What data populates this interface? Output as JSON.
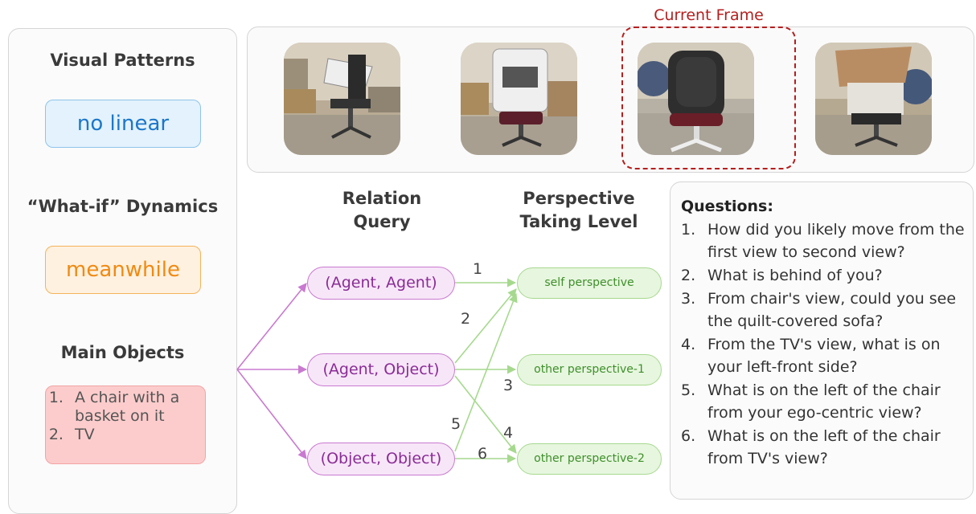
{
  "left": {
    "visual_patterns_heading": "Visual Patterns",
    "visual_patterns_tag": "no linear",
    "whatif_heading": "“What-if” Dynamics",
    "whatif_tag": "meanwhile",
    "main_objects_heading": "Main Objects",
    "main_objects": [
      "A chair with a basket on it",
      "TV"
    ]
  },
  "frames": {
    "current_label": "Current Frame"
  },
  "diagram": {
    "relation_heading": [
      "Relation",
      "Query"
    ],
    "perspective_heading": [
      "Perspective",
      "Taking Level"
    ],
    "queries": [
      "(Agent, Agent)",
      "(Agent, Object)",
      "(Object, Object)"
    ],
    "levels": [
      "self perspective",
      "other perspective-1",
      "other perspective-2"
    ],
    "edge_numbers": [
      "1",
      "2",
      "3",
      "4",
      "5",
      "6"
    ]
  },
  "questions": {
    "title": "Questions:",
    "items": [
      {
        "num": "1.",
        "text": "How did you likely move from the first view to second view?"
      },
      {
        "num": "2.",
        "text": "What is behind of you?"
      },
      {
        "num": "3.",
        "text": "From chair's view, could you see the quilt-covered sofa?"
      },
      {
        "num": "4.",
        "text": "From the TV's view, what is on your left-front side?"
      },
      {
        "num": "5.",
        "text": "What is on the left of the chair from your ego-centric view?"
      },
      {
        "num": "6.",
        "text": "What is on the left of the chair from TV's view?"
      }
    ]
  },
  "colors": {
    "query_stroke": "#c97ad0",
    "level_stroke": "#a6d98e",
    "current_frame": "#b51e1e"
  }
}
